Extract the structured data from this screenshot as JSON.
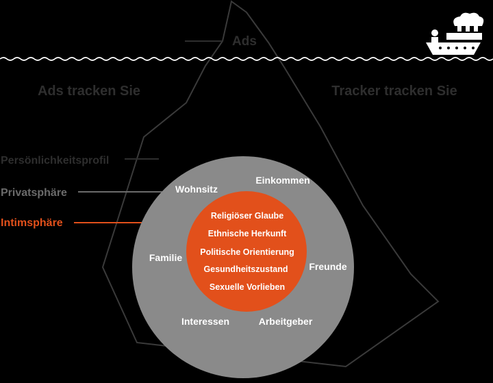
{
  "tip": {
    "label": "Ads"
  },
  "sections": {
    "left": "Ads tracken Sie",
    "right": "Tracker tracken Sie"
  },
  "layers": [
    {
      "label": "Persönlichkeitsprofil",
      "color": "#2e2e2e"
    },
    {
      "label": "Privatsphäre",
      "color": "#6b6b6b"
    },
    {
      "label": "Intimsphäre",
      "color": "#e2501b"
    }
  ],
  "privat_items": [
    "Wohnsitz",
    "Einkommen",
    "Familie",
    "Freunde",
    "Interessen",
    "Arbeitgeber"
  ],
  "intim_items": [
    "Religiöser Glaube",
    "Ethnische Herkunft",
    "Politische Orientierung",
    "Gesundheitszustand",
    "Sexuelle Vorlieben"
  ],
  "colors": {
    "background": "#000000",
    "water": "#ffffff",
    "outer_circle": "#8a8a8a",
    "inner_circle": "#e2501b",
    "iceberg_outline": "#3a3a3a",
    "text_light": "#ffffff"
  }
}
